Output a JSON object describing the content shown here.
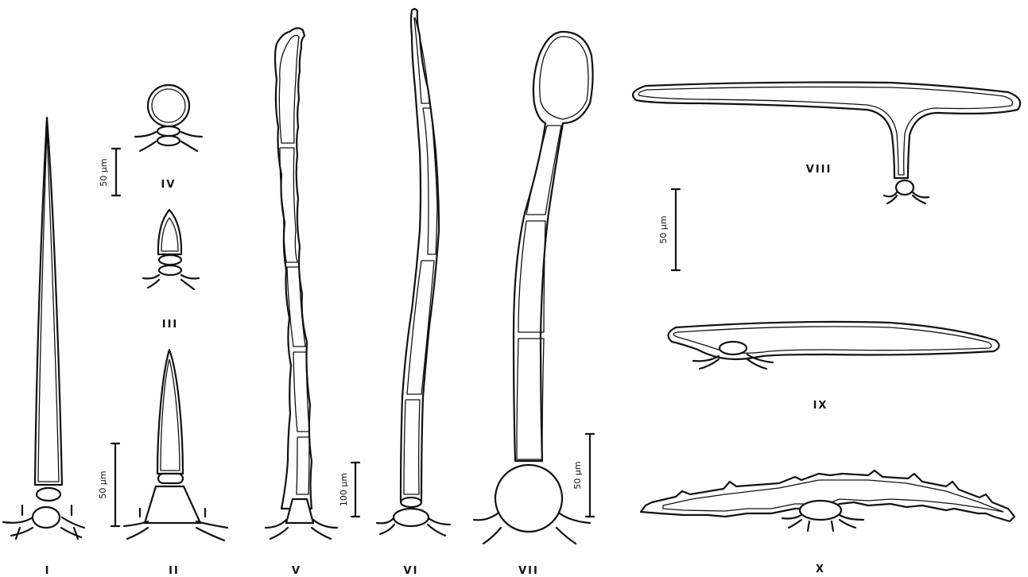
{
  "figure": {
    "hairs": [
      {
        "id": "I",
        "label": "I"
      },
      {
        "id": "II",
        "label": "II"
      },
      {
        "id": "III",
        "label": "III"
      },
      {
        "id": "IV",
        "label": "IV"
      },
      {
        "id": "V",
        "label": "V"
      },
      {
        "id": "VI",
        "label": "VI"
      },
      {
        "id": "VII",
        "label": "VII"
      },
      {
        "id": "VIII",
        "label": "VIII"
      },
      {
        "id": "IX",
        "label": "IX"
      },
      {
        "id": "X",
        "label": "X"
      }
    ],
    "scale_bars": [
      {
        "id": "iv",
        "label": "50 µm"
      },
      {
        "id": "ii",
        "label": "50 µm"
      },
      {
        "id": "v",
        "label": "100 µm"
      },
      {
        "id": "vii",
        "label": "50 µm"
      },
      {
        "id": "viii",
        "label": "50 µm"
      }
    ]
  }
}
